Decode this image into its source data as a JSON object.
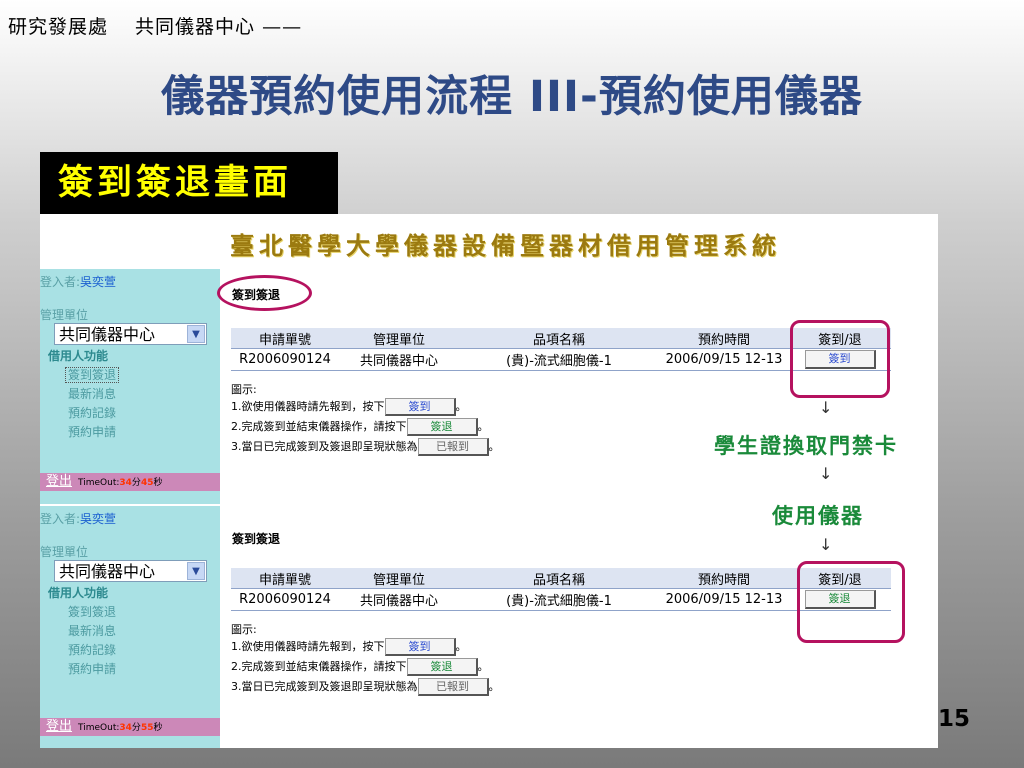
{
  "slide": {
    "header": "研究發展處　 共同儀器中心 ——",
    "title": "儀器預約使用流程 III-預約使用儀器",
    "subtitle": "簽到簽退畫面",
    "page_number": "15"
  },
  "system": {
    "title": "臺北醫學大學儀器設備暨器材借用管理系統"
  },
  "sidebar": {
    "login_label": "登入者:",
    "user": "吳奕萱",
    "unit_label": "管理單位",
    "unit_value": "共同儀器中心",
    "func_head": "借用人功能",
    "menu": [
      "簽到簽退",
      "最新消息",
      "預約記錄",
      "預約申請"
    ],
    "logout": "登出",
    "timeout_label": "TimeOut:",
    "timeout_1_min": "34",
    "timeout_1_sec": "45",
    "timeout_2_min": "34",
    "timeout_2_sec": "55",
    "min_unit": "分",
    "sec_unit": "秒"
  },
  "section": {
    "heading": "簽到簽退"
  },
  "table": {
    "headers": [
      "申請單號",
      "管理單位",
      "品項名稱",
      "預約時間",
      "簽到/退"
    ],
    "row": {
      "id": "R2006090124",
      "unit": "共同儀器中心",
      "item": "(貴)-流式細胞儀-1",
      "time": "2006/09/15 12-13"
    },
    "action_top": "簽到",
    "action_bottom": "簽退"
  },
  "legend": {
    "title": "圖示:",
    "line1_pre": "1.欲使用儀器時請先報到，按下",
    "line1_btn": "簽到",
    "line2_pre": "2.完成簽到並結束儀器操作，請按下",
    "line2_btn": "簽退",
    "line3_pre": "3.當日已完成簽到及簽退即呈現狀態為",
    "line3_btn": "已報到",
    "end": "。"
  },
  "flow": {
    "step1": "學生證換取門禁卡",
    "step2": "使用儀器",
    "arrow": "↓"
  },
  "colors": {
    "title_blue": "#2e4a86",
    "subtitle_yellow": "#ffff00",
    "highlight": "#b5125f",
    "flow_green": "#1a8a3a",
    "sidebar_bg": "#a9e1e4"
  }
}
